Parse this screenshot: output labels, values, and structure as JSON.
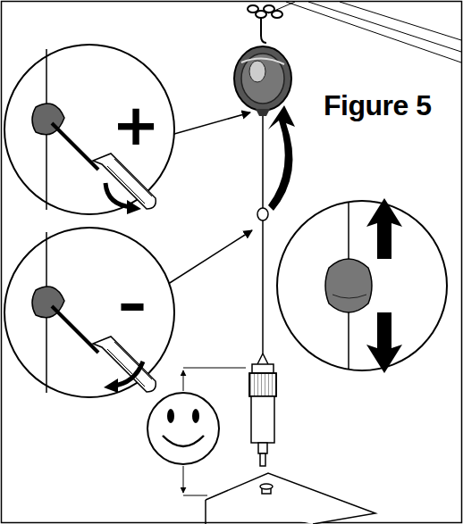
{
  "diagram": {
    "title": "Figure 5",
    "labels": [
      "+",
      "–"
    ]
  }
}
